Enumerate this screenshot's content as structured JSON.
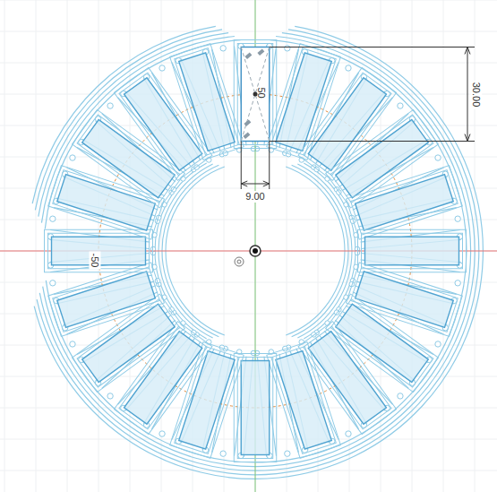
{
  "diagram": {
    "labels": [
      "50",
      "30.00",
      "9.00",
      "-50"
    ]
  }
}
